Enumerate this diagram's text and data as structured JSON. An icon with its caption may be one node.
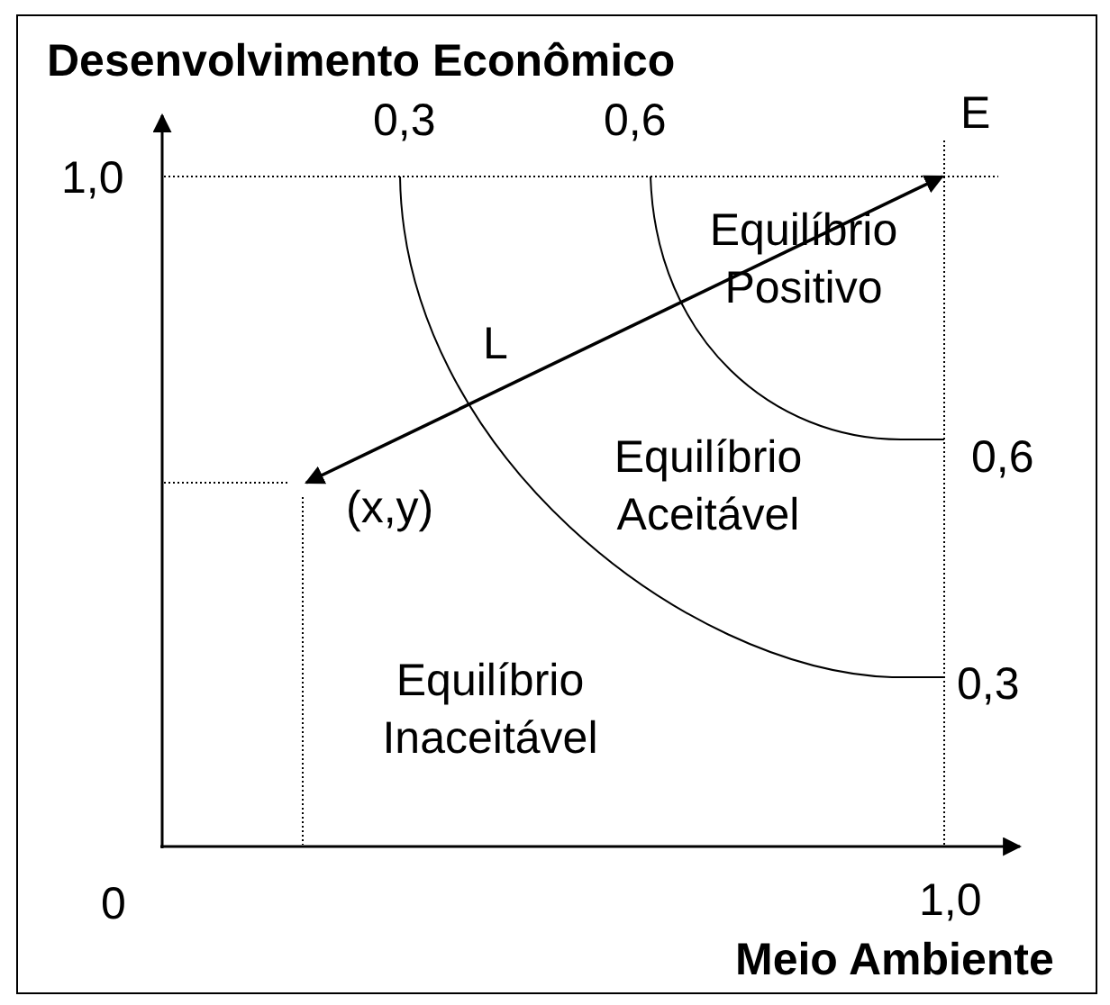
{
  "diagram": {
    "nodes": [
      {
        "text": [
          "E"
        ]
      },
      {
        "text": [
          "(x,y)"
        ]
      }
    ],
    "edges": [
      {
        "from": 0,
        "to": 1,
        "arrow": "both",
        "label": "L"
      }
    ],
    "labels": [
      "Desenvolvimento Econômico",
      "0,3",
      "0,6",
      "1,0",
      "Equilíbrio Positivo",
      "0,6",
      "Equilíbrio Aceitável",
      "0,3",
      "Equilíbrio Inaceitável",
      "0",
      "1,0",
      "Meio Ambiente"
    ]
  }
}
